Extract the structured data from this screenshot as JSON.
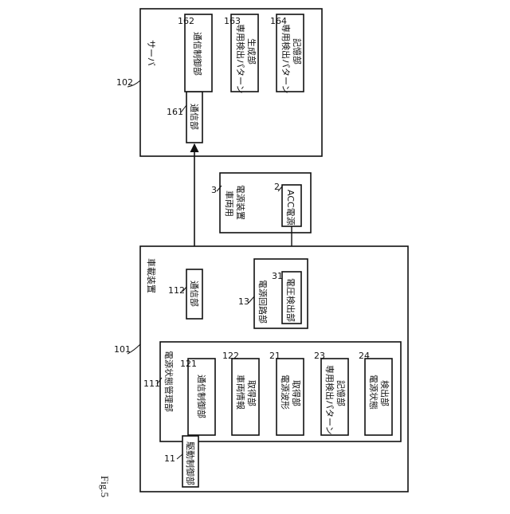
{
  "figure_label": "Fig.5",
  "server": {
    "ref": "102",
    "title": "サーバ",
    "comm_unit": {
      "ref": "161",
      "label": "通信部"
    },
    "comm_control": {
      "ref": "162",
      "label": "通信制御部"
    },
    "pattern_gen": {
      "ref": "163",
      "line1": "専用検出パターン",
      "line2": "生成部"
    },
    "pattern_store": {
      "ref": "164",
      "line1": "専用検出パターン",
      "line2": "記憶部"
    }
  },
  "vehicle_power": {
    "ref": "3",
    "line1": "車両用",
    "line2": "電源装置",
    "acc": {
      "ref": "2",
      "label": "ACC電源"
    }
  },
  "onboard": {
    "ref": "101",
    "title": "車載装置",
    "comm_unit": {
      "ref": "112",
      "label": "通信部"
    },
    "power_circuit": {
      "ref": "13",
      "label": "電源回路部",
      "voltage_detect": {
        "ref": "31",
        "label": "電圧検出部"
      }
    },
    "power_state_mgmt": {
      "ref": "111",
      "label": "電源状態管理部",
      "comm_control": {
        "ref": "121",
        "label": "通信制御部"
      },
      "vehicle_info": {
        "ref": "122",
        "line1": "車両情報",
        "line2": "取得部"
      },
      "waveform": {
        "ref": "21",
        "line1": "電源波形",
        "line2": "取得部"
      },
      "pattern_store": {
        "ref": "23",
        "line1": "専用検出パターン",
        "line2": "記憶部"
      },
      "power_state_detect": {
        "ref": "24",
        "line1": "電源状態",
        "line2": "検出部"
      }
    },
    "drive_control": {
      "ref": "11",
      "label": "駆動制御部"
    }
  }
}
